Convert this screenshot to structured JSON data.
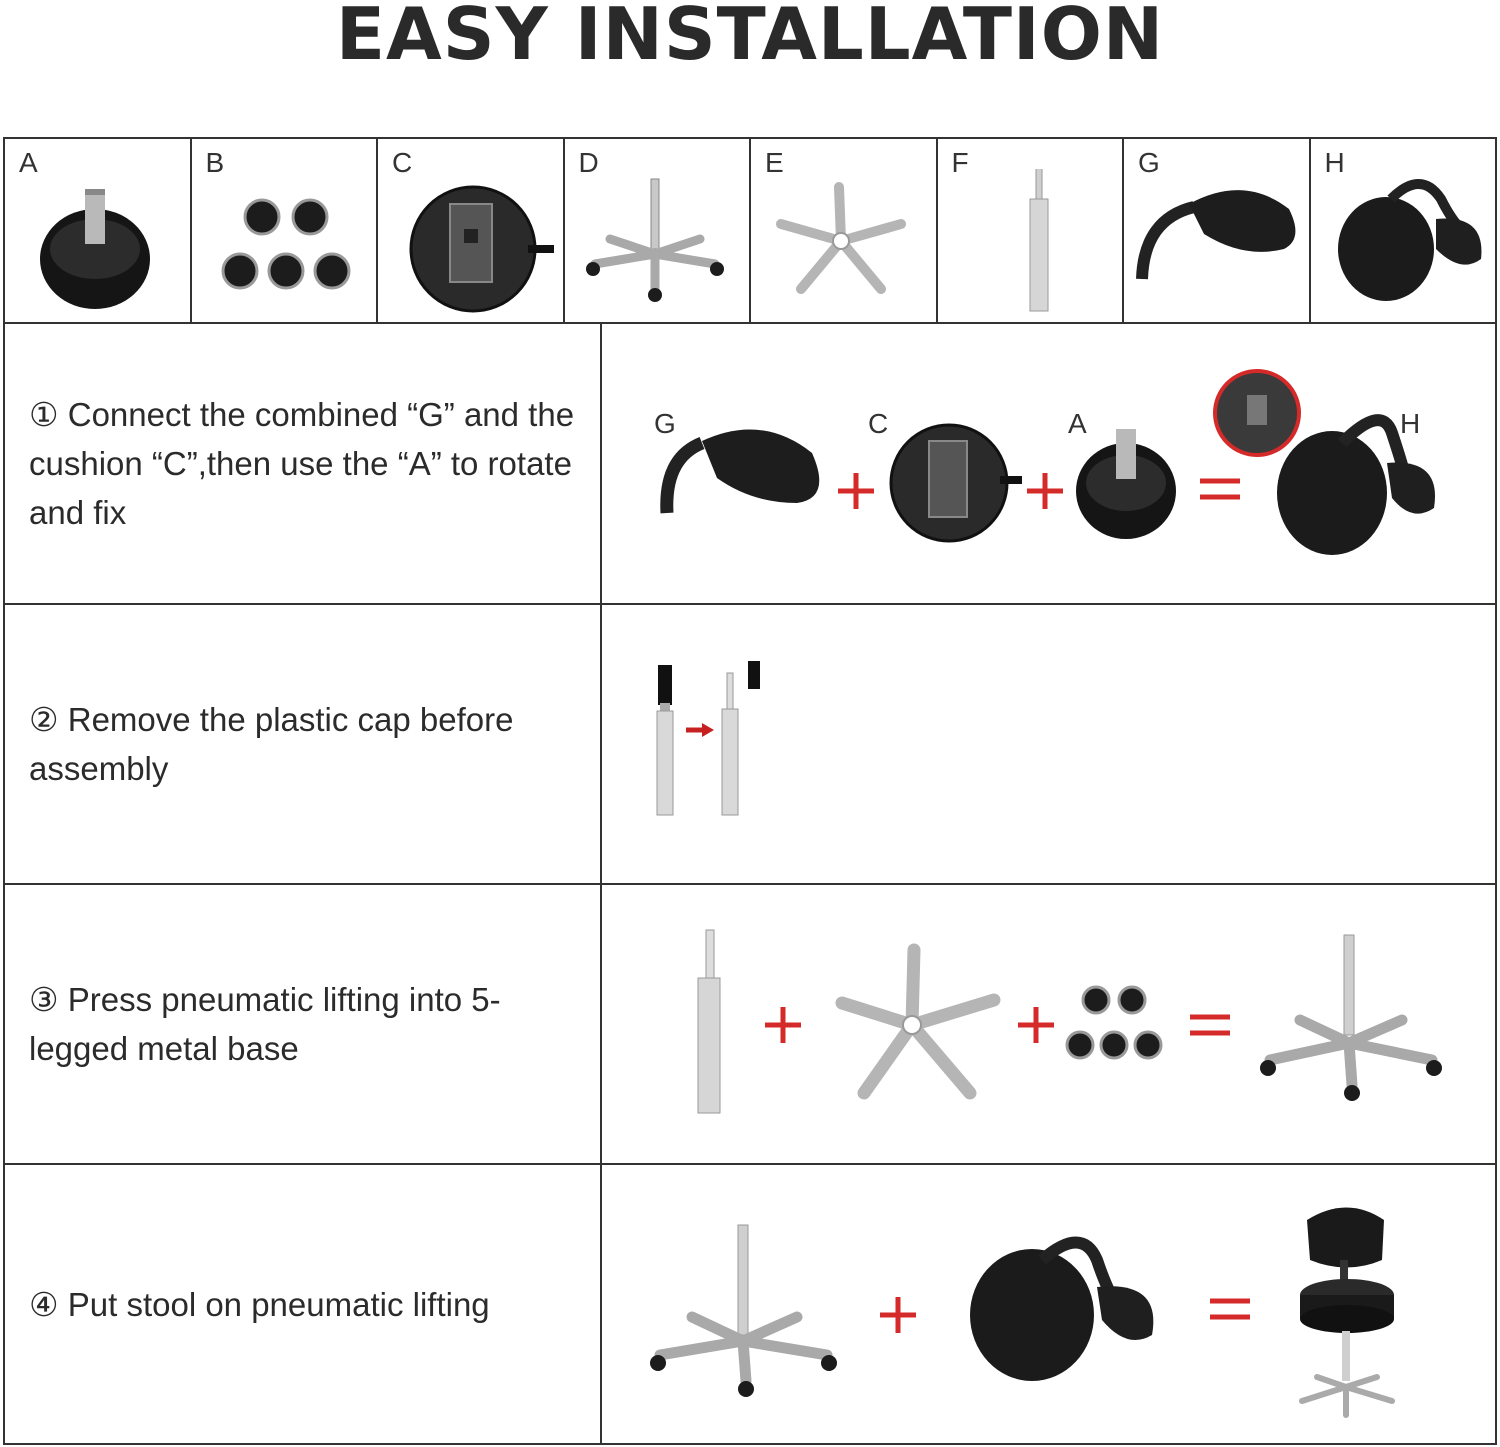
{
  "title": "EASY INSTALLATION",
  "parts": [
    {
      "label": "A",
      "icon": "knob-icon"
    },
    {
      "label": "B",
      "icon": "casters-icon"
    },
    {
      "label": "C",
      "icon": "cushion-plate-icon"
    },
    {
      "label": "D",
      "icon": "wheeled-base-icon"
    },
    {
      "label": "E",
      "icon": "star-base-icon"
    },
    {
      "label": "F",
      "icon": "gas-cylinder-icon"
    },
    {
      "label": "G",
      "icon": "backrest-icon"
    },
    {
      "label": "H",
      "icon": "seat-assembly-icon"
    }
  ],
  "steps": [
    {
      "text": "① Connect the combined “G” and the cushion “C”,then use the “A” to rotate and fix",
      "tags": [
        "G",
        "C",
        "A",
        "H"
      ]
    },
    {
      "text": "② Remove the plastic cap before assembly"
    },
    {
      "text": "③ Press pneumatic lifting into 5-legged metal base"
    },
    {
      "text": "④ Put stool on pneumatic lifting"
    }
  ],
  "colors": {
    "accent": "#d42a2a",
    "ink": "#2a2a2a",
    "border": "#333333"
  }
}
